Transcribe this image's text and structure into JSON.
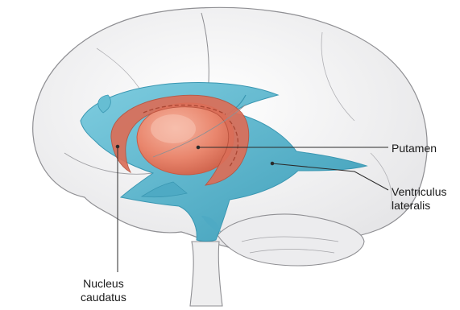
{
  "labels": {
    "putamen": "Putamen",
    "ventriculus_line1": "Ventriculus",
    "ventriculus_line2": "lateralis",
    "nucleus_line1": "Nucleus",
    "nucleus_line2": "caudatus"
  },
  "colors": {
    "brain_fill": "#f2f2f3",
    "brain_outline": "#8f8f93",
    "ventricle_fill": "#5bb8cf",
    "ventricle_dark": "#3a97b2",
    "putamen_fill": "#e8846c",
    "putamen_light": "#f3a48e",
    "caudate_fill": "#d96b55",
    "leader_line": "#2b2b2b"
  }
}
